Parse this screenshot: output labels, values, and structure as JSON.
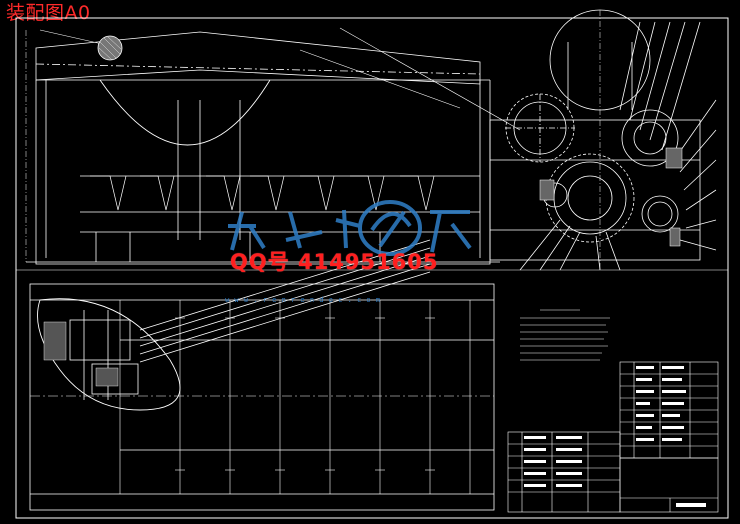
{
  "drawing": {
    "title": "装配图A0",
    "watermark_text": "QQ号 414951605",
    "watermark_url": "w w w . r e n r e n d o c . c o m",
    "colors": {
      "background": "#000000",
      "line": "#ffffff",
      "title": "#ff2a2a",
      "watermark_blue": "#2f7fc8",
      "accent_yellow": "#e6d400"
    }
  }
}
